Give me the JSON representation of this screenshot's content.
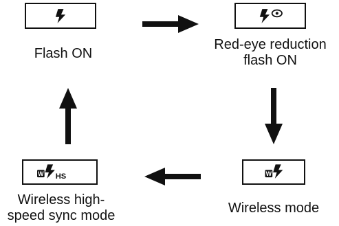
{
  "modes": {
    "flash_on": {
      "label": "Flash ON",
      "icon": "flash-icon"
    },
    "red_eye": {
      "label": "Red-eye reduction\nflash ON",
      "icon": "flash-red-eye-icon"
    },
    "wireless": {
      "label": "Wireless mode",
      "icon": "wireless-flash-icon"
    },
    "wireless_hs": {
      "label": "Wireless high-\nspeed sync mode",
      "icon": "wireless-high-speed-flash-icon",
      "icon_text": {
        "wireless_mark": "W",
        "high_speed": "HS"
      }
    }
  },
  "colors": {
    "ink": "#111111",
    "background": "#ffffff"
  }
}
